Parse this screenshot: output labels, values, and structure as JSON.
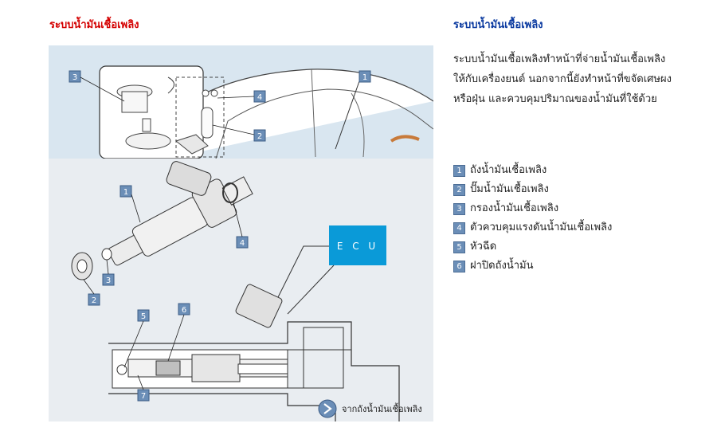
{
  "left_title": "ระบบน้ำมันเชื้อเพลิง",
  "right_title": "ระบบน้ำมันเชื้อเพลิง",
  "description": "ระบบน้ำมันเชื้อเพลิงทำหน้าที่จ่ายน้ำมันเชื้อเพลิงให้กับเครื่องยนต์ นอกจากนี้ยังทำหน้าที่ขจัดเศษผงหรือฝุ่น และควบคุมปริมาณของน้ำมันที่ใช้ด้วย",
  "legend": [
    {
      "num": "1",
      "label": "ถังน้ำมันเชื้อเพลิง"
    },
    {
      "num": "2",
      "label": "ปั๊มน้ำมันเชื้อเพลิง"
    },
    {
      "num": "3",
      "label": "กรองน้ำมันเชื้อเพลิง"
    },
    {
      "num": "4",
      "label": "ตัวควบคุมแรงดันน้ำมันเชื้อเพลิง"
    },
    {
      "num": "5",
      "label": "หัวฉีด"
    },
    {
      "num": "6",
      "label": "ฝาปิดถังน้ำมัน"
    }
  ],
  "figure": {
    "top_badges": [
      "3",
      "1",
      "4",
      "2"
    ],
    "bottom_badges": [
      "1",
      "4",
      "3",
      "2",
      "5",
      "6",
      "7"
    ],
    "ecu_label": "E C U",
    "from_tank_label": "จากถังน้ำมันเชื้อเพลิง"
  },
  "colors": {
    "left_title": "#d40000",
    "right_title": "#0b3aa0",
    "ecu_box": "#0a9ad8",
    "badge": "#6b8eb7"
  }
}
